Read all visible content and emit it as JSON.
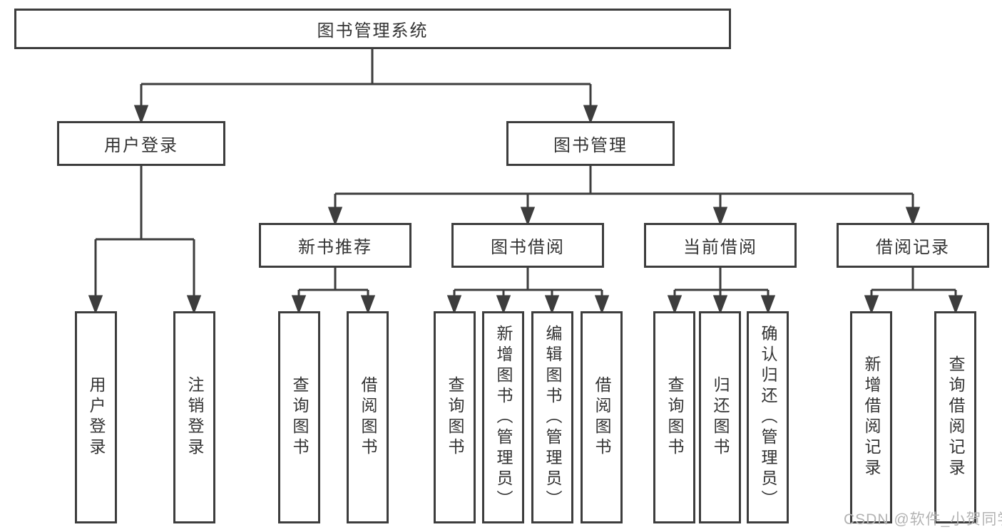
{
  "diagram": {
    "root": "图书管理系统",
    "children": [
      {
        "label": "用户登录",
        "children": [
          "用户登录",
          "注销登录"
        ]
      },
      {
        "label": "图书管理",
        "children": [
          {
            "label": "新书推荐",
            "children": [
              "查询图书",
              "借阅图书"
            ]
          },
          {
            "label": "图书借阅",
            "children": [
              "查询图书",
              "新增图书（管理员）",
              "编辑图书（管理员）",
              "借阅图书"
            ]
          },
          {
            "label": "当前借阅",
            "children": [
              "查询图书",
              "归还图书",
              "确认归还（管理员）"
            ]
          },
          {
            "label": "借阅记录",
            "children": [
              "新增借阅记录",
              "查询借阅记录"
            ]
          }
        ]
      }
    ]
  },
  "watermark": {
    "text": "CSDN @软件_小贺同学"
  },
  "colors": {
    "line": "#3d3d3d",
    "box_border": "#3d3d3d",
    "text": "#333333",
    "background": "#ffffff",
    "watermark": "#b3b3b3"
  }
}
